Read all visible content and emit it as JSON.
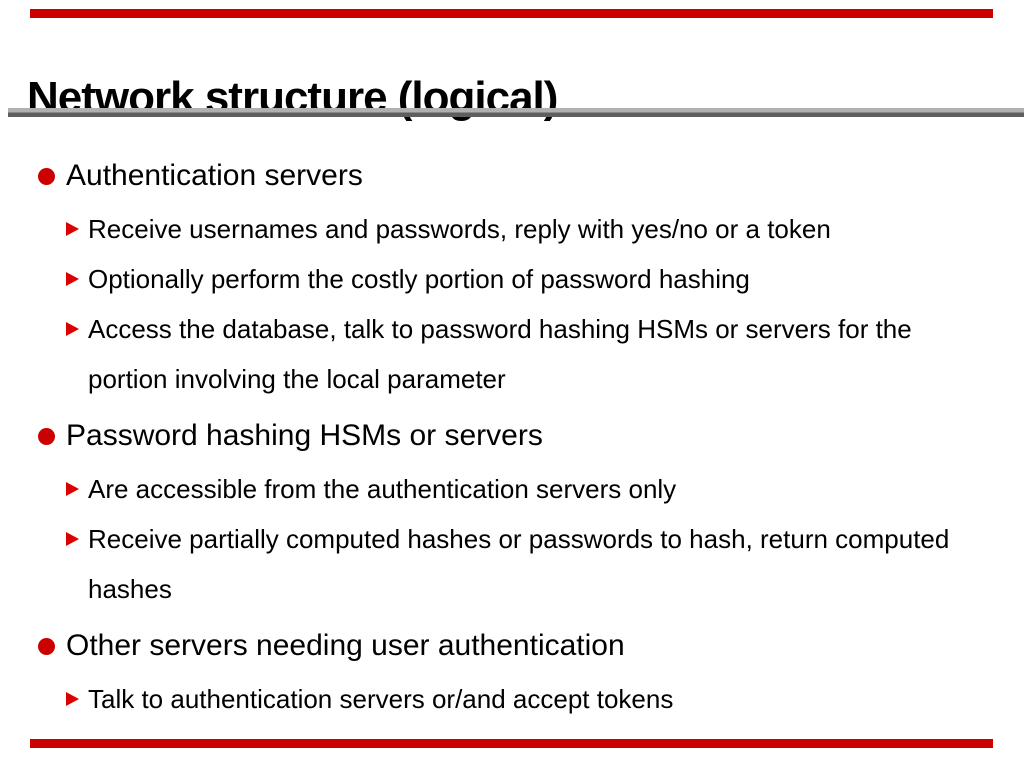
{
  "slide": {
    "title": "Network structure (logical)",
    "colors": {
      "accent": "#cc0000",
      "sub_accent": "#dd0000",
      "rule_light": "#b0b0b0",
      "rule_dark": "#5e5e5e"
    },
    "bullets": [
      {
        "text": "Authentication servers",
        "children": [
          "Receive usernames and passwords, reply with yes/no or a token",
          "Optionally perform the costly portion of password hashing",
          "Access the database, talk to password hashing HSMs or servers for the portion involving the local parameter"
        ]
      },
      {
        "text": "Password hashing HSMs or servers",
        "children": [
          "Are accessible from the authentication servers only",
          "Receive partially computed hashes or passwords to hash, return computed hashes"
        ]
      },
      {
        "text": "Other servers needing user authentication",
        "children": [
          "Talk to authentication servers or/and accept tokens"
        ]
      }
    ]
  }
}
